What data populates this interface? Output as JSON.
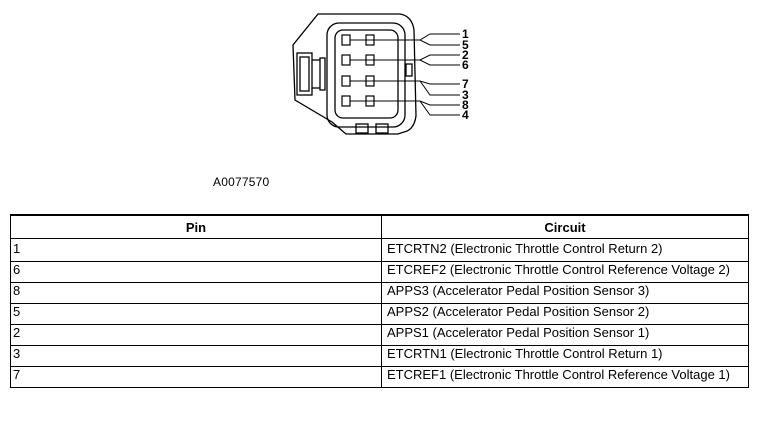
{
  "figure": {
    "code": "A0077570",
    "pin_labels": [
      "1",
      "5",
      "2",
      "6",
      "7",
      "3",
      "8",
      "4"
    ]
  },
  "table": {
    "headers": [
      "Pin",
      "Circuit"
    ],
    "rows": [
      [
        "1",
        "ETCRTN2 (Electronic Throttle Control Return 2)"
      ],
      [
        "6",
        "ETCREF2 (Electronic Throttle Control Reference Voltage 2)"
      ],
      [
        "8",
        "APPS3 (Accelerator Pedal Position Sensor 3)"
      ],
      [
        "5",
        "APPS2 (Accelerator Pedal Position Sensor 2)"
      ],
      [
        "2",
        "APPS1 (Accelerator Pedal Position Sensor 1)"
      ],
      [
        "3",
        "ETCRTN1 (Electronic Throttle Control Return 1)"
      ],
      [
        "7",
        "ETCREF1 (Electronic Throttle Control Reference Voltage 1)"
      ]
    ]
  }
}
